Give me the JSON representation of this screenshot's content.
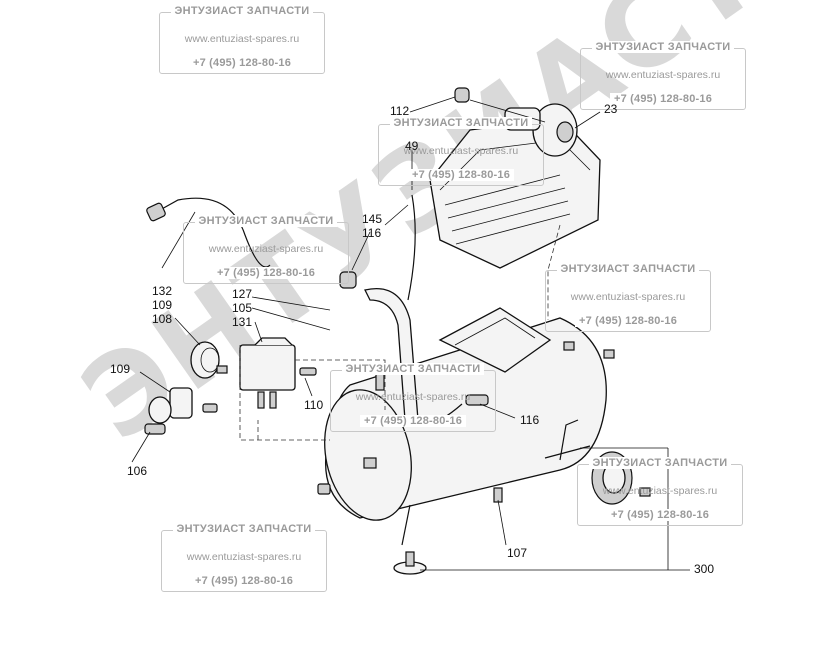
{
  "watermark": {
    "company": "ЭНТУЗИАСТ ЗАПЧАСТИ",
    "url": "www.entuziast-spares.ru",
    "phone": "+7 (495) 128-80-16",
    "diagonal_brand": "ЭНТУЗИАСТ®"
  },
  "parts": {
    "p112": "112",
    "p49": "49",
    "p23": "23",
    "p145": "145",
    "p116a": "116",
    "p132": "132",
    "p109a": "109",
    "p108": "108",
    "p127": "127",
    "p105": "105",
    "p131": "131",
    "p109b": "109",
    "p110": "110",
    "p116b": "116",
    "p106": "106",
    "p107": "107",
    "p300": "300"
  }
}
